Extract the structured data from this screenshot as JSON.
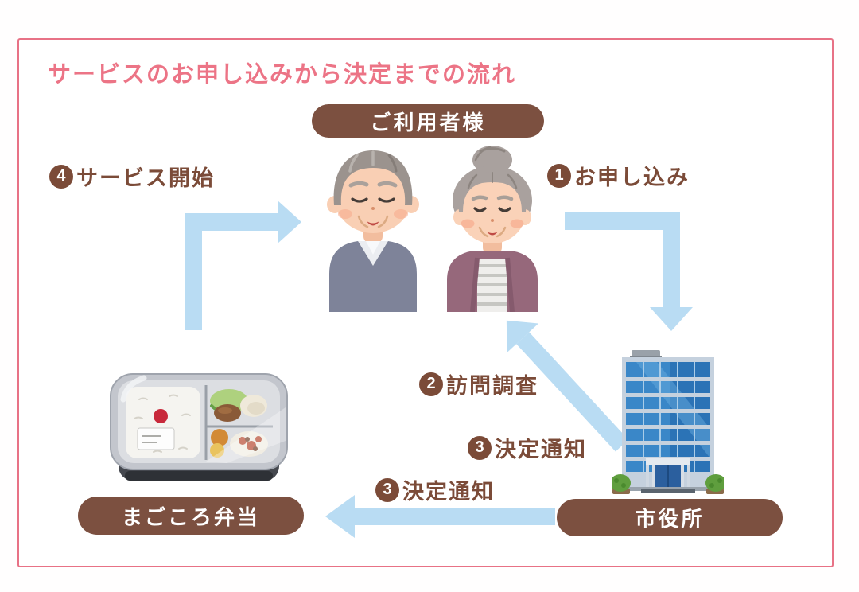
{
  "title": {
    "text": "サービスのお申し込みから決定までの流れ"
  },
  "badges": {
    "user": "ご利用者様",
    "bento": "まごころ弁当",
    "cityhall": "市役所"
  },
  "steps": {
    "step1": {
      "num": "1",
      "label": "お申し込み"
    },
    "step2": {
      "num": "2",
      "label": "訪問調査"
    },
    "step3a": {
      "num": "3",
      "label": "決定通知"
    },
    "step3b": {
      "num": "3",
      "label": "決定通知"
    },
    "step4": {
      "num": "4",
      "label": "サービス開始"
    }
  },
  "illustrations": {
    "user": "elderly-couple",
    "bento": "bento-box",
    "cityhall": "city-hall-building"
  },
  "colors": {
    "frame_pink": "#e87286",
    "title_pink": "#ec7486",
    "text_brown": "#7b4b38",
    "badge_brown": "#7c5040",
    "arrow_blue": "#b9dcf3"
  }
}
